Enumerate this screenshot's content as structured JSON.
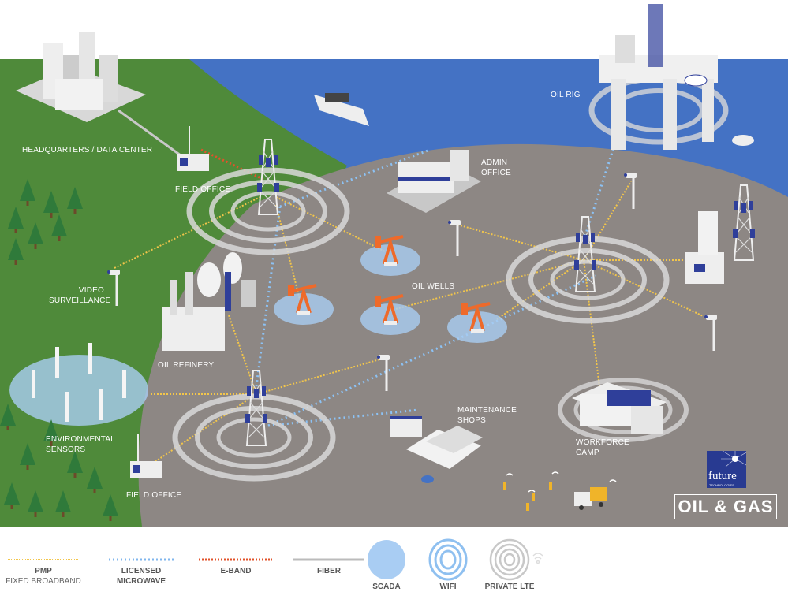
{
  "labels": {
    "headquarters": "HEADQUARTERS / DATA CENTER",
    "field_office_top": "FIELD OFFICE",
    "admin_office_1": "ADMIN",
    "admin_office_2": "OFFICE",
    "oil_rig": "OIL RIG",
    "video_1": "VIDEO",
    "video_2": "SURVEILLANCE",
    "oil_wells": "OIL WELLS",
    "oil_refinery": "OIL REFINERY",
    "env_1": "ENVIRONMENTAL",
    "env_2": "SENSORS",
    "field_office_bottom": "FIELD OFFICE",
    "maint_1": "MAINTENANCE",
    "maint_2": "SHOPS",
    "camp_1": "WORKFORCE",
    "camp_2": "CAMP"
  },
  "brand": {
    "logo_word": "future",
    "logo_sub": "TECHNOLOGIES",
    "title": "OIL & GAS"
  },
  "legend": [
    {
      "title": "PMP",
      "subtitle": "FIXED BROADBAND",
      "color": "#f3c64a"
    },
    {
      "title": "LICENSED",
      "subtitle": "MICROWAVE",
      "color": "#7fb6ee"
    },
    {
      "title": "E-BAND",
      "subtitle": "",
      "color": "#e2522a"
    },
    {
      "title": "FIBER",
      "subtitle": "",
      "color": "#bbbbbb"
    },
    {
      "title": "SCADA",
      "subtitle": "",
      "color": "#a9cdf3"
    },
    {
      "title": "WIFI",
      "subtitle": "",
      "color": "#8fc0f0"
    },
    {
      "title": "PRIVATE LTE",
      "subtitle": "",
      "color": "#c8c8c8"
    }
  ],
  "colors": {
    "grass": "#4f8a3a",
    "ocean": "#4472c4",
    "ground": "#8d8784",
    "tower": "#2f3f9a",
    "pump": "#ee6a2a"
  }
}
